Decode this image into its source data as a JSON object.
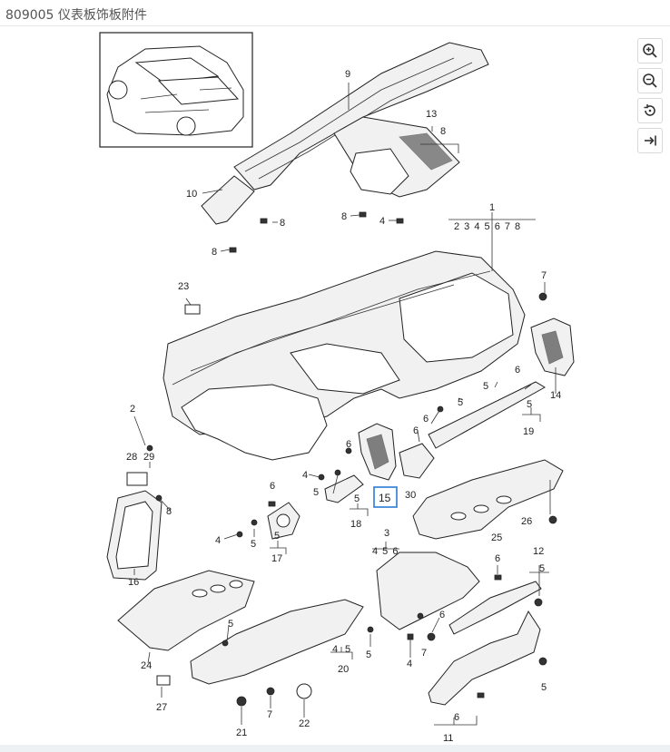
{
  "title": "809005 仪表板饰板附件",
  "toolbar": {
    "zoom_in": "zoom-in-icon",
    "zoom_out": "zoom-out-icon",
    "reset": "reset-icon",
    "exit": "exit-icon"
  },
  "callouts": {
    "c1": "1",
    "c1_sub": "2 3 4 5 6 7 8",
    "c2": "2",
    "c3": "3",
    "c3_sub": "4 5 6",
    "c4a": "4",
    "c4b": "4",
    "c4c": "4",
    "c4d": "4",
    "c5a": "5",
    "c5b": "5",
    "c5c": "5",
    "c5d": "5",
    "c5e": "5",
    "c5f": "5",
    "c5g": "5",
    "c5h": "5",
    "c5i": "5",
    "c6a": "6",
    "c6b": "6",
    "c6c": "6",
    "c6d": "6",
    "c6e": "6",
    "c6f": "6",
    "c6g": "6",
    "c7a": "7",
    "c7b": "7",
    "c8a": "8",
    "c8b": "8",
    "c8c": "8",
    "c8d": "8",
    "c8e": "8",
    "c8f": "8",
    "c9": "9",
    "c10": "10",
    "c11": "11",
    "c12": "12",
    "c13": "13",
    "c14": "14",
    "c15": "15",
    "c16": "16",
    "c17": "17",
    "c18": "18",
    "c19": "19",
    "c20": "20",
    "c21": "21",
    "c22": "22",
    "c23": "23",
    "c24": "24",
    "c25": "25",
    "c26": "26",
    "c27": "27",
    "c28": "28",
    "c29": "29",
    "c30": "30"
  },
  "highlight_color": "#2b7bd6"
}
